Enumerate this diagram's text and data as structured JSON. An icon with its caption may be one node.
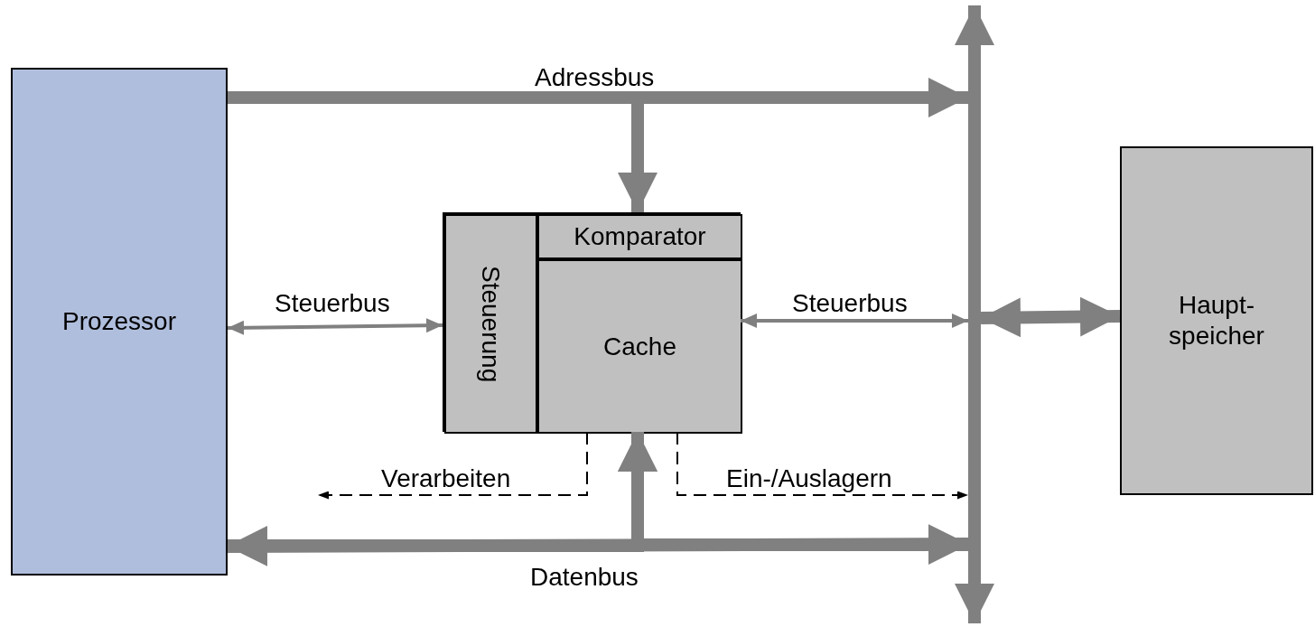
{
  "diagram": {
    "nodes": [
      {
        "text": [
          "Prozessor"
        ]
      },
      {
        "text": [],
        "shape": "box"
      },
      {
        "text": [
          "Steuerung"
        ],
        "in": 1
      },
      {
        "text": [
          "Komparator"
        ],
        "in": 1
      },
      {
        "text": [
          "Cache"
        ],
        "in": 1
      },
      {
        "text": [],
        "shape": "bar"
      },
      {
        "text": [
          "Haupt- speicher"
        ]
      }
    ],
    "edges": [
      {
        "from": 0,
        "to": 5,
        "arrow": "to",
        "label": "Adressbus"
      },
      {
        "from": 0,
        "to": 3,
        "arrow": "to"
      },
      {
        "from": 0,
        "to": 2,
        "arrow": "both",
        "label": "Steuerbus"
      },
      {
        "from": 4,
        "to": 5,
        "arrow": "both",
        "label": "Steuerbus"
      },
      {
        "from": 5,
        "to": 6,
        "arrow": "both"
      },
      {
        "from": 0,
        "to": 5,
        "arrow": "both",
        "label": "Datenbus"
      },
      {
        "from": 4,
        "to": 0,
        "arrow": "both"
      },
      {
        "from": 4,
        "to": 5,
        "arrow": "both"
      },
      {
        "from": 5,
        "to": null,
        "arrow": "to"
      },
      {
        "from": 5,
        "to": null,
        "arrow": "to"
      },
      {
        "from": 1,
        "to": null,
        "arrow": "to",
        "label": "Verarbeiten",
        "style": "dashed",
        "color": "#000000"
      },
      {
        "from": 1,
        "to": 5,
        "arrow": "to",
        "label": "Ein-/Auslagern",
        "style": "dashed",
        "color": "#000000"
      }
    ]
  }
}
